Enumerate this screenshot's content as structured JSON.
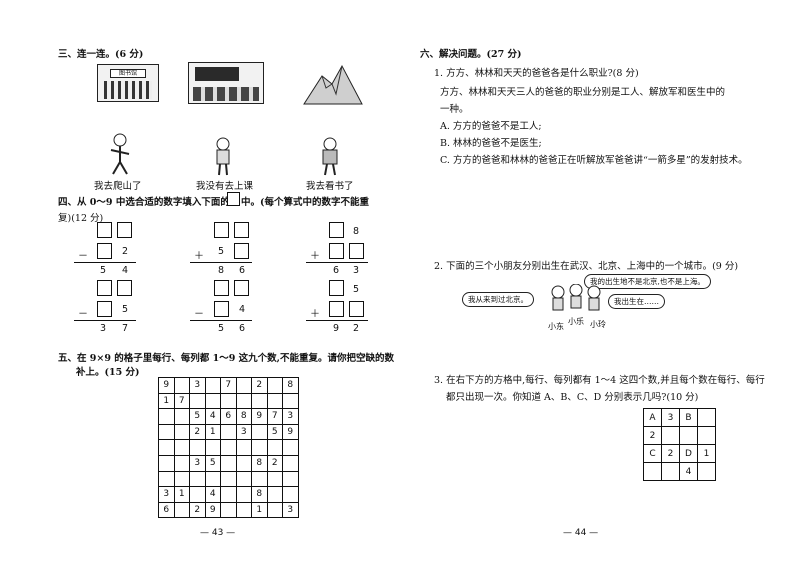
{
  "left_page": {
    "s3_title": "三、连一连。(6 分)",
    "library_sign": "图书馆",
    "captions": [
      "我去爬山了",
      "我没有去上课",
      "我去看书了"
    ],
    "s4_line1": "四、从 0～9 中选合适的数字填入下面的",
    "s4_line1_end": "中。(每个算式中的数字不能重",
    "s4_line2": "复)(12 分)",
    "ops": [
      "－",
      "＋",
      "＋",
      "－",
      "－",
      "＋"
    ],
    "problems_digits": [
      [
        "2",
        "5",
        "4"
      ],
      [
        "5",
        "8",
        "6"
      ],
      [
        "8",
        "6",
        "3"
      ],
      [
        "5",
        "3",
        "7"
      ],
      [
        "4",
        "5",
        "6"
      ],
      [
        "5",
        "9",
        "2"
      ]
    ],
    "s5_line1": "五、在 9×9 的格子里每行、每列都 1～9 这九个数,不能重复。请你把空缺的数",
    "s5_line2": "补上。(15 分)",
    "grid9": [
      [
        "9",
        "",
        "3",
        "",
        "7",
        "",
        "2",
        "",
        "8"
      ],
      [
        "1",
        "7",
        "",
        "",
        "",
        "",
        "",
        "",
        ""
      ],
      [
        "",
        "",
        "5",
        "4",
        "6",
        "8",
        "9",
        "7",
        "3"
      ],
      [
        "",
        "",
        "2",
        "1",
        "",
        "3",
        "",
        "5",
        "9"
      ],
      [
        "",
        "",
        "",
        "",
        "",
        "",
        "",
        "",
        ""
      ],
      [
        "",
        "",
        "3",
        "5",
        "",
        "",
        "8",
        "2",
        ""
      ],
      [
        "",
        "",
        "",
        "",
        "",
        "",
        "",
        "",
        ""
      ],
      [
        "3",
        "1",
        "",
        "4",
        "",
        "",
        "8",
        "",
        ""
      ],
      [
        "6",
        "",
        "2",
        "9",
        "",
        "",
        "1",
        "",
        "3"
      ]
    ],
    "page_number": "— 43 —"
  },
  "right_page": {
    "s6_title": "六、解决问题。(27 分)",
    "q1_title": "1. 方方、林林和天天的爸爸各是什么职业?(8 分)",
    "q1_body1": "方方、林林和天天三人的爸爸的职业分别是工人、解放军和医生中的",
    "q1_body2": "一种。",
    "q1_a": "A. 方方的爸爸不是工人;",
    "q1_b": "B. 林林的爸爸不是医生;",
    "q1_c": "C. 方方的爸爸和林林的爸爸正在听解放军爸爸讲“一箭多星”的发射技术。",
    "q2_title": "2. 下面的三个小朋友分别出生在武汉、北京、上海中的一个城市。(9 分)",
    "bubble_left": "我从来到过北京。",
    "bubble_top": "我的出生地不是北京,也不是上海。",
    "bubble_right": "我出生在……",
    "kid_names": [
      "小东",
      "小乐",
      "小玲"
    ],
    "q3_line1": "3. 在右下方的方格中,每行、每列都有 1～4 这四个数,并且每个数在每行、每行",
    "q3_line2": "都只出现一次。你知道 A、B、C、D 分别表示几吗?(10 分)",
    "grid4": [
      [
        "A",
        "3",
        "B",
        ""
      ],
      [
        "2",
        "",
        "",
        ""
      ],
      [
        "C",
        "2",
        "D",
        "1"
      ],
      [
        "",
        "",
        "4",
        ""
      ]
    ],
    "page_number": "— 44 —"
  }
}
